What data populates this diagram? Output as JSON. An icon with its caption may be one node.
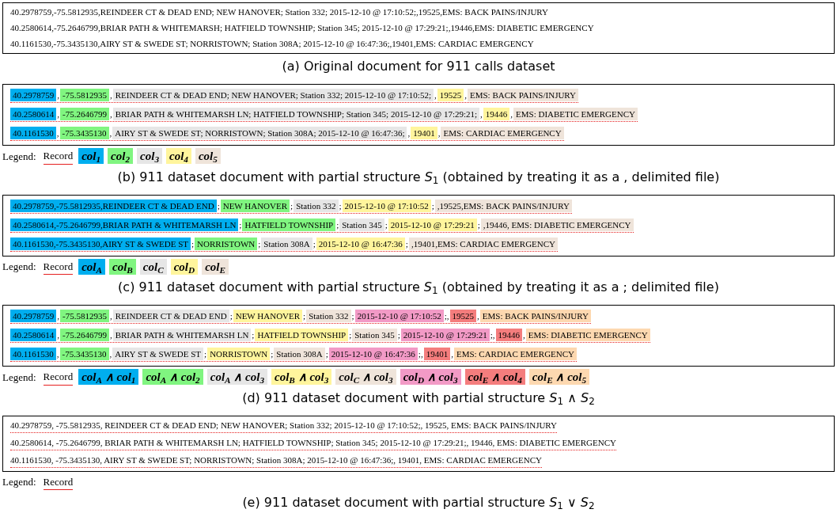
{
  "diagram": {
    "nodes": [
      {
        "text": [],
        "shape": "box"
      },
      {
        "text": [
          "40.2978759,-75.5812935,REINDEER CT & DEAD END; NEW HANOVER; Station 332; 2015-12-10 @ 17:10:52;,19525,EMS: BACK PAINS/INJURY"
        ],
        "in": 0
      },
      {
        "text": [
          "40.2580614,-75.2646799,BRIAR PATH & WHITEMARSH; HATFIELD TOWNSHIP; Station 345; 2015-12-10 @ 17:29:21;,19446,EMS: DIABETIC EMERGENCY"
        ],
        "in": 0
      },
      {
        "text": [
          "40.1161530,-75.3435130,AIRY ST & SWEDE ST; NORRISTOWN; Station 308A; 2015-12-10 @ 16:47:36;,19401,EMS: CARDIAC EMERGENCY"
        ],
        "in": 0
      },
      {
        "text": [],
        "shape": "box"
      },
      {
        "text": [
          "40.2978759",
          ",",
          "-75.5812935",
          ",",
          "REINDEER CT & DEAD END; NEW HANOVER; Station 332; 2015-12-10 @ 17:10:52;",
          ",",
          "19525",
          ",",
          "EMS: BACK PAINS/INJURY"
        ],
        "in": 4
      },
      {
        "text": [
          "40.2580614",
          ",",
          "-75.2646799",
          ",",
          "BRIAR PATH & WHITEMARSH LN; HATFIELD TOWNSHIP; Station 345; 2015-12-10 @ 17:29:21;",
          ",",
          "19446",
          ",",
          "EMS: DIABETIC EMERGENCY"
        ],
        "in": 4
      },
      {
        "text": [
          "40.1161530",
          ",",
          "-75.3435130",
          ",",
          "AIRY ST & SWEDE ST; NORRISTOWN; Station 308A; 2015-12-10 @ 16:47:36;",
          ",",
          "19401",
          ",",
          "EMS: CARDIAC EMERGENCY"
        ],
        "in": 4
      },
      {
        "text": [],
        "shape": "box"
      },
      {
        "text": [
          "40.2978759,-75.5812935,REINDEER CT & DEAD END",
          ";",
          "NEW HANOVER",
          ";",
          "Station 332",
          ";",
          "2015-12-10 @ 17:10:52",
          ";",
          ",19525,EMS: BACK PAINS/INJURY"
        ],
        "in": 8
      },
      {
        "text": [
          "40.2580614,-75.2646799,BRIAR PATH & WHITEMARSH LN",
          ";",
          "HATFIELD TOWNSHIP",
          ";",
          "Station 345",
          ";",
          "2015-12-10 @ 17:29:21",
          ";",
          ",19446, EMS: DIABETIC EMERGENCY"
        ],
        "in": 8
      },
      {
        "text": [
          "40.1161530,-75.3435130,AIRY ST & SWEDE ST",
          ";",
          "NORRISTOWN",
          ";",
          "Station 308A",
          ";",
          "2015-12-10 @ 16:47:36",
          ";",
          ",19401,EMS: CARDIAC EMERGENCY"
        ],
        "in": 8
      },
      {
        "text": [],
        "shape": "box"
      },
      {
        "text": [
          "40.2978759",
          ",",
          "-75.5812935",
          ",",
          "REINDEER CT & DEAD END",
          ";",
          "NEW HANOVER",
          ";",
          "Station 332",
          ";",
          "2015-12-10 @ 17:10:52",
          ";,",
          "19525",
          ",",
          "EMS: BACK PAINS/INJURY"
        ],
        "in": 12
      },
      {
        "text": [
          "40.2580614",
          ",",
          "-75.2646799",
          ",",
          "BRIAR PATH & WHITEMARSH LN",
          ";",
          "HATFIELD TOWNSHIP",
          ";",
          "Station 345",
          ";",
          "2015-12-10 @ 17:29:21",
          ";,",
          "19446",
          ",",
          "EMS: DIABETIC EMERGENCY"
        ],
        "in": 12
      },
      {
        "text": [
          "40.1161530",
          ",",
          "-75.3435130",
          ",",
          "AIRY ST & SWEDE ST",
          ";",
          "NORRISTOWN",
          ";",
          "Station 308A",
          ";",
          "2015-12-10 @ 16:47:36",
          ";,",
          "19401",
          ",",
          "EMS: CARDIAC EMERGENCY"
        ],
        "in": 12
      },
      {
        "text": [],
        "shape": "box"
      },
      {
        "text": [
          "40.2978759, -75.5812935, REINDEER CT & DEAD END; NEW HANOVER; Station 332; 2015-12-10 @ 17:10:52;, 19525, EMS: BACK PAINS/INJURY"
        ],
        "in": 16
      },
      {
        "text": [
          "40.2580614, -75.2646799, BRIAR PATH & WHITEMARSH LN; HATFIELD TOWNSHIP; Station 345; 2015-12-10 @ 17:29:21;, 19446, EMS: DIABETIC EMERGENCY"
        ],
        "in": 16
      },
      {
        "text": [
          "40.1161530, -75.3435130, AIRY ST & SWEDE ST; NORRISTOWN; Station 308A; 2015-12-10 @ 16:47:36;, 19401, EMS: CARDIAC EMERGENCY"
        ],
        "in": 16
      }
    ],
    "labels": [
      "(a) Original document for 911 calls dataset",
      "Legend:",
      "(b) 911 dataset document with partial structure *S*$_{1}$ (obtained by treating it as a , delimited file)",
      "Legend:",
      "(c) 911 dataset document with partial structure *S*$_{1}$ (obtained by treating it as a ; delimited file)",
      "Legend:",
      "(d) 911 dataset document with partial structure *S*$_{1}$ ∧ *S*$_{2}$",
      "Legend:",
      "(e) 911 dataset document with partial structure *S*$_{1}$ ∨ *S*$_{2}$"
    ],
    "legend": [
      {
        "text": "Record"
      },
      {
        "text": "col$_{1}$",
        "color": "#00aeef"
      },
      {
        "text": "col$_{2}$",
        "color": "#80f580"
      },
      {
        "text": "col$_{3}$",
        "color": "#e6e6e6"
      },
      {
        "text": "col$_{4}$",
        "color": "#fff59d"
      },
      {
        "text": "col$_{5}$",
        "color": "#efe4da"
      },
      {
        "text": "Record"
      },
      {
        "text": "col$_{A}$",
        "color": "#00aeef"
      },
      {
        "text": "col$_{B}$",
        "color": "#80f580"
      },
      {
        "text": "col$_{C}$",
        "color": "#e6e6e6"
      },
      {
        "text": "col$_{D}$",
        "color": "#fff59d"
      },
      {
        "text": "col$_{E}$",
        "color": "#efe4da"
      },
      {
        "text": "Record"
      },
      {
        "text": "col$_{A}$ ∧ col$_{1}$",
        "color": "#00aeef"
      },
      {
        "text": "col$_{A}$ ∧ col$_{2}$",
        "color": "#80f580"
      },
      {
        "text": "col$_{A}$ ∧ col$_{3}$",
        "color": "#e6e6e6"
      },
      {
        "text": "col$_{B}$ ∧ col$_{3}$",
        "color": "#fff59d"
      },
      {
        "text": "col$_{C}$ ∧ col$_{3}$",
        "color": "#efe4da"
      },
      {
        "text": "col$_{D}$ ∧ col$_{3}$",
        "color": "#f29ac6"
      },
      {
        "text": "col$_{E}$ ∧ col$_{4}$",
        "color": "#f47d7d"
      },
      {
        "text": "col$_{E}$ ∧ col$_{5}$",
        "color": "#fdd8b0"
      },
      {
        "text": "Record"
      }
    ]
  }
}
